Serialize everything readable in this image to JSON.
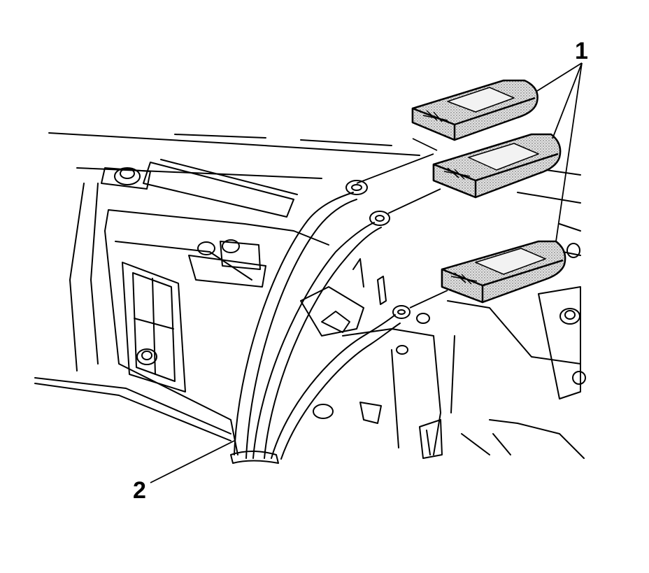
{
  "callouts": [
    {
      "id": "1",
      "label": "1"
    },
    {
      "id": "2",
      "label": "2"
    }
  ],
  "colors": {
    "ink": "#000000",
    "paper": "#ffffff",
    "stipple": "#cfcfcf"
  }
}
